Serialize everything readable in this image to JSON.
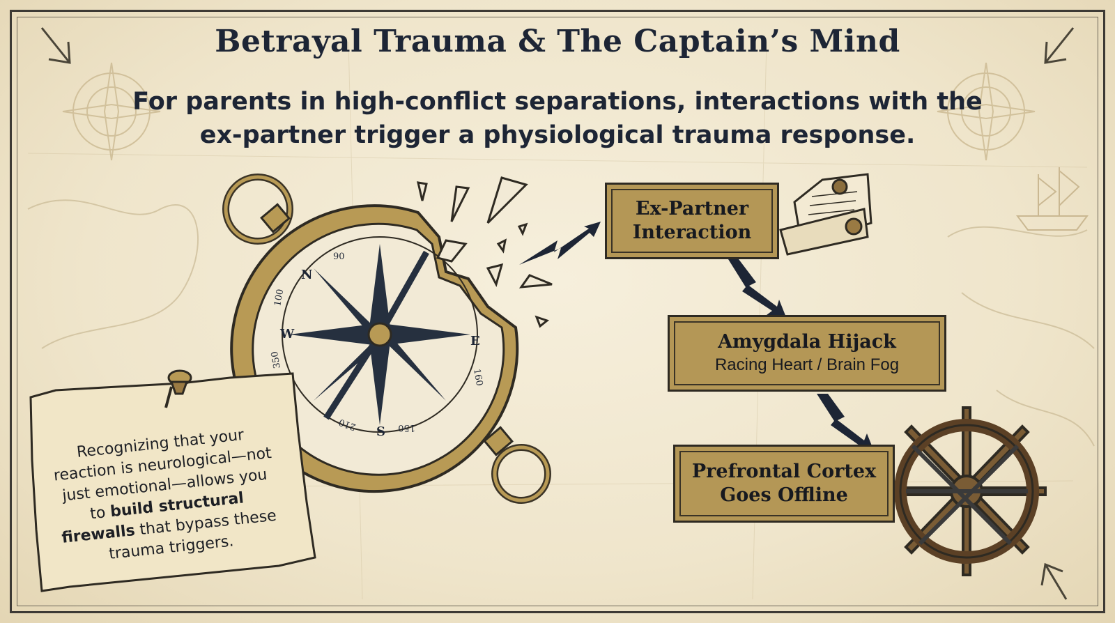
{
  "title": "Betrayal Trauma & The Captain’s Mind",
  "subtitle": "For parents in high-conflict separations, interactions with the ex-partner trigger a physiological trauma response.",
  "flow": {
    "box1": {
      "title": "Ex-Partner Interaction"
    },
    "box2": {
      "title": "Amygdala Hijack",
      "detail": "Racing Heart / Brain Fog"
    },
    "box3": {
      "title": "Prefrontal Cortex Goes Offline"
    }
  },
  "note": {
    "part1": "Recognizing that your reaction is neurological—not just emotional—allows you to ",
    "bold": "build structural firewalls",
    "part2": " that bypass these trauma triggers."
  },
  "compass": {
    "cardinals": [
      "N",
      "E",
      "S",
      "W"
    ],
    "degree_labels": [
      "90",
      "100",
      "160",
      "150",
      "210",
      "350"
    ]
  },
  "colors": {
    "ink": "#1d2535",
    "plaque": "#b49756",
    "paper": "#efe6cf"
  }
}
